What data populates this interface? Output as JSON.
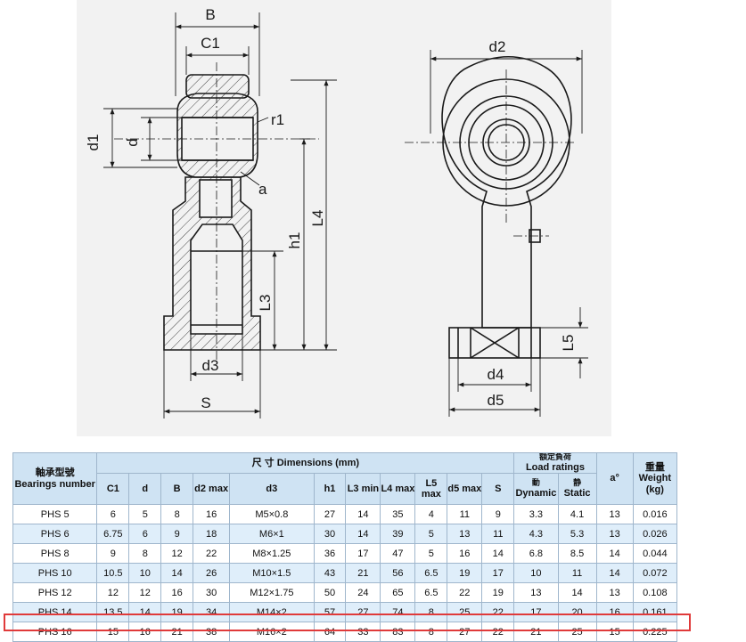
{
  "drawing": {
    "labels": {
      "B": "B",
      "C1": "C1",
      "d1": "d1",
      "d": "d",
      "r1": "r1",
      "a": "a",
      "L4": "L4",
      "h1": "h1",
      "L3": "L3",
      "d3": "d3",
      "S": "S",
      "d2": "d2",
      "L5": "L5",
      "d4": "d4",
      "d5": "d5"
    }
  },
  "table": {
    "header": {
      "bearing_zh": "軸承型號",
      "bearing_en": "Bearings number",
      "dimensions": "尺 寸 Dimensions (mm)",
      "load_zh": "額定負荷",
      "load_en": "Load ratings",
      "angle": "a°",
      "weight_zh": "重量",
      "weight_en": "Weight (kg)",
      "columns": [
        "C1",
        "d",
        "B",
        "d2 max",
        "d3",
        "h1",
        "L3 min",
        "L4 max",
        "L5 max",
        "d5 max",
        "S"
      ],
      "dynamic_zh": "動",
      "dynamic_en": "Dynamic",
      "static_zh": "静",
      "static_en": "Static"
    },
    "rows": [
      [
        "PHS 5",
        "6",
        "5",
        "8",
        "16",
        "M5×0.8",
        "27",
        "14",
        "35",
        "4",
        "11",
        "9",
        "3.3",
        "4.1",
        "13",
        "0.016"
      ],
      [
        "PHS 6",
        "6.75",
        "6",
        "9",
        "18",
        "M6×1",
        "30",
        "14",
        "39",
        "5",
        "13",
        "11",
        "4.3",
        "5.3",
        "13",
        "0.026"
      ],
      [
        "PHS 8",
        "9",
        "8",
        "12",
        "22",
        "M8×1.25",
        "36",
        "17",
        "47",
        "5",
        "16",
        "14",
        "6.8",
        "8.5",
        "14",
        "0.044"
      ],
      [
        "PHS 10",
        "10.5",
        "10",
        "14",
        "26",
        "M10×1.5",
        "43",
        "21",
        "56",
        "6.5",
        "19",
        "17",
        "10",
        "11",
        "14",
        "0.072"
      ],
      [
        "PHS 12",
        "12",
        "12",
        "16",
        "30",
        "M12×1.75",
        "50",
        "24",
        "65",
        "6.5",
        "22",
        "19",
        "13",
        "14",
        "13",
        "0.108"
      ],
      [
        "PHS 14",
        "13.5",
        "14",
        "19",
        "34",
        "M14×2",
        "57",
        "27",
        "74",
        "8",
        "25",
        "22",
        "17",
        "20",
        "16",
        "0.161"
      ],
      [
        "PHS 16",
        "15",
        "16",
        "21",
        "38",
        "M16×2",
        "64",
        "33",
        "83",
        "8",
        "27",
        "22",
        "21",
        "25",
        "15",
        "0.225"
      ]
    ],
    "highlight_color": "#e03a3a"
  }
}
